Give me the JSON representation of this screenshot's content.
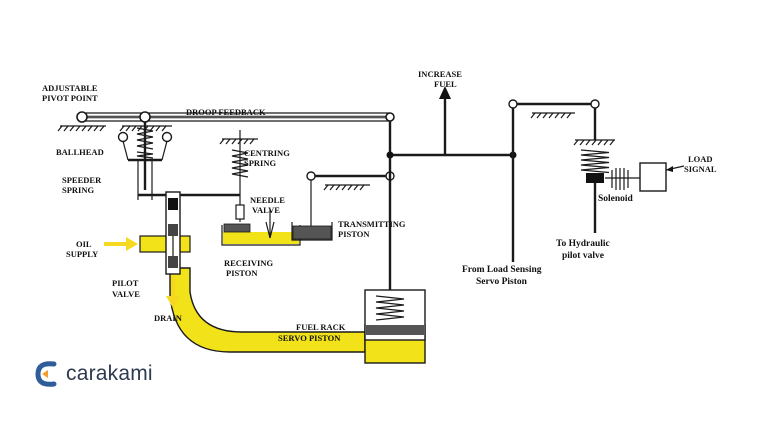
{
  "labels": {
    "pivot_l1": "ADJUSTABLE",
    "pivot_l2": "PIVOT POINT",
    "droop": "DROOP FEEDBACK",
    "ballhead": "BALLHEAD",
    "speeder_l1": "SPEEDER",
    "speeder_l2": "SPRING",
    "centring_l1": "CENTRING",
    "centring_l2": "SPRING",
    "needle_l1": "NEEDLE",
    "needle_l2": "VALVE",
    "transmit_l1": "TRANSMITTING",
    "transmit_l2": "PISTON",
    "oil_l1": "OIL",
    "oil_l2": "SUPPLY",
    "receiving_l1": "RECEIVING",
    "receiving_l2": "PISTON",
    "pilot_l1": "PILOT",
    "pilot_l2": "VALVE",
    "drain": "DRAIN",
    "fuelrack_l1": "FUEL RACK",
    "fuelrack_l2": "SERVO PISTON",
    "increase_l1": "INCREASE",
    "increase_l2": "FUEL",
    "loadsense_l1": "From Load Sensing",
    "loadsense_l2": "Servo Piston",
    "hydraulic_l1": "To Hydraulic",
    "hydraulic_l2": "pilot valve",
    "solenoid": "Solenoid",
    "loadsig_l1": "LOAD",
    "loadsig_l2": "SIGNAL"
  },
  "brand": {
    "name": "carakami",
    "logo_letter": "C"
  },
  "colors": {
    "oil": "#f2e21a",
    "arrow": "#f5d820",
    "line": "#1a1a1a",
    "brand_orange": "#f39c32",
    "brand_blue": "#2f5d9a"
  }
}
